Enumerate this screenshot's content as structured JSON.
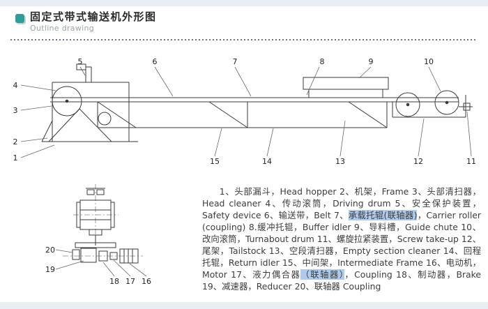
{
  "page": {
    "accent_teal": "#2f9e9b",
    "divider_red": "#c45252",
    "divider_blue": "#5577bb",
    "highlight_blue": "#aecbec"
  },
  "header": {
    "title": "固定式带式输送机外形图",
    "subtitle": "Outline drawing"
  },
  "main_drawing": {
    "callouts_top": [
      "5",
      "6",
      "7",
      "8",
      "9",
      "10"
    ],
    "callouts_left": [
      "4",
      "3",
      "2",
      "1"
    ],
    "callouts_bottom": [
      "15",
      "14",
      "13",
      "12",
      "11"
    ]
  },
  "detail_drawing": {
    "callouts": [
      "20",
      "19",
      "18",
      "17",
      "16"
    ]
  },
  "parts_list": {
    "segments": [
      {
        "text": "1、头部漏斗，Head hopper 2、机架，Frame 3、头部清扫器，Head cleaner 4、传动滚筒，Driving drum 5、安全保护装置，Safety device 6、输送带，Belt 7、",
        "highlight": false
      },
      {
        "text": "承载托辊(联轴器)",
        "highlight": true
      },
      {
        "text": "，Carrier roller (coupling) 8.缓冲托辊，Buffer idler 9、导料槽，Guide chute 10、改向滚筒，Turnabout drum 11、螺旋拉紧装置，Screw take-up 12、尾架，Tailstock 13、空段清扫器，Empty section cleaner 14、回程托辊，Return idler 15、中间架，Intermediate Frame 16、电动机，Motor 17、液力偶合器",
        "highlight": false
      },
      {
        "text": "（联轴器）",
        "highlight": true
      },
      {
        "text": "，Coupling 18、制动器，Brake 19、减速器，Reducer 20、联轴器 Coupling",
        "highlight": false
      }
    ]
  }
}
